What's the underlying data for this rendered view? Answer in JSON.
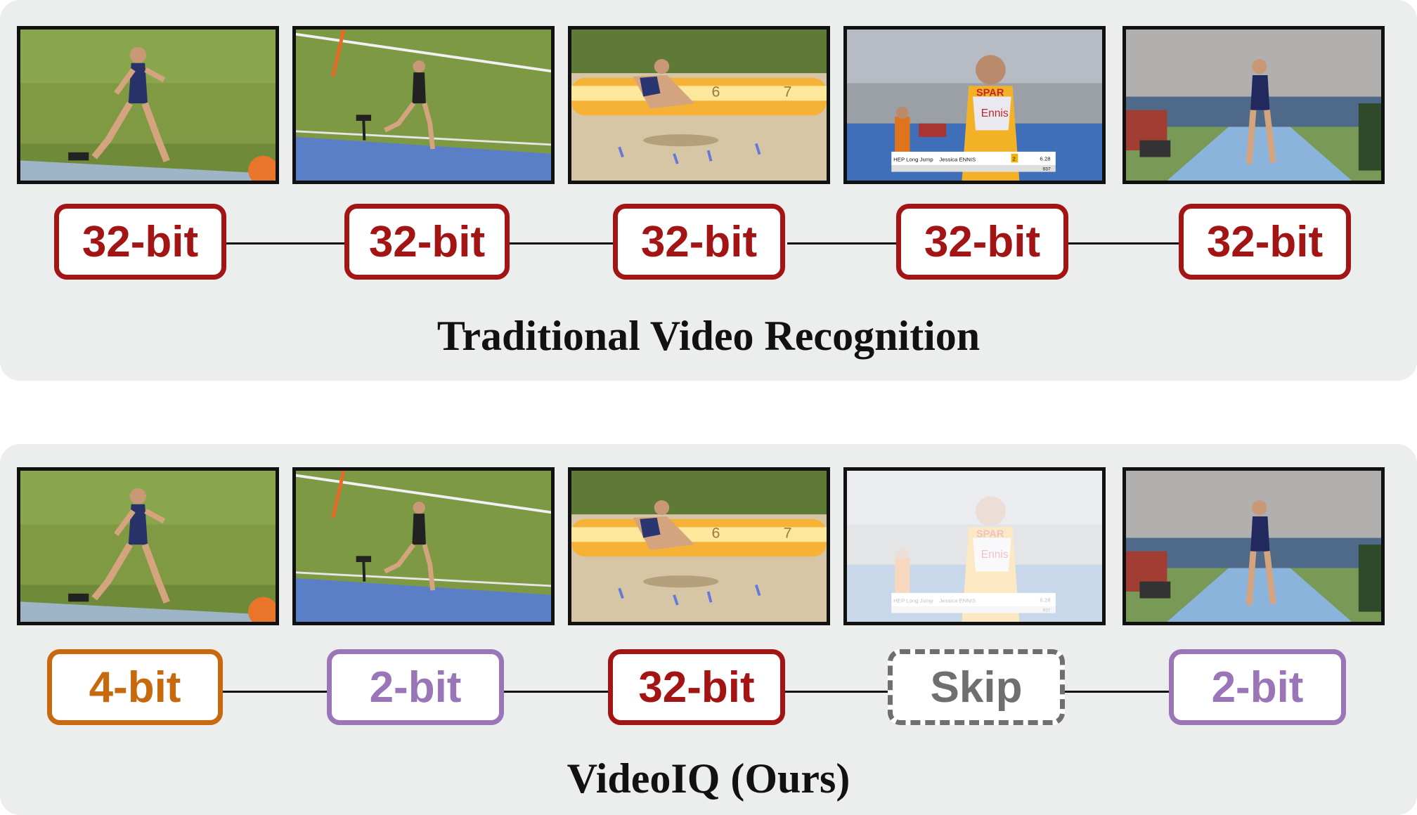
{
  "top_panel": {
    "title": "Traditional Video Recognition",
    "badges": [
      "32-bit",
      "32-bit",
      "32-bit",
      "32-bit",
      "32-bit"
    ]
  },
  "bottom_panel": {
    "title": "VideoIQ (Ours)",
    "badges": [
      "4-bit",
      "2-bit",
      "32-bit",
      "Skip",
      "2-bit"
    ]
  },
  "frame_scenes": [
    "athlete-running-grass",
    "athlete-runway-approach",
    "athlete-long-jump-flight",
    "athlete-interview-scoreboard",
    "athlete-landing-stadium"
  ],
  "frame4_overlay": {
    "sponsor": "SPAR",
    "bib": "Ennis",
    "event": "HEP Long Jump",
    "athlete": "Jessica ENNIS",
    "rank": "2",
    "distance": "6.28",
    "points": "937"
  },
  "colors": {
    "bit32": "#a31515",
    "bit4": "#c8690f",
    "bit2": "#9a76b9",
    "skip": "#6f6f6f",
    "panel_bg": "#eceded"
  }
}
